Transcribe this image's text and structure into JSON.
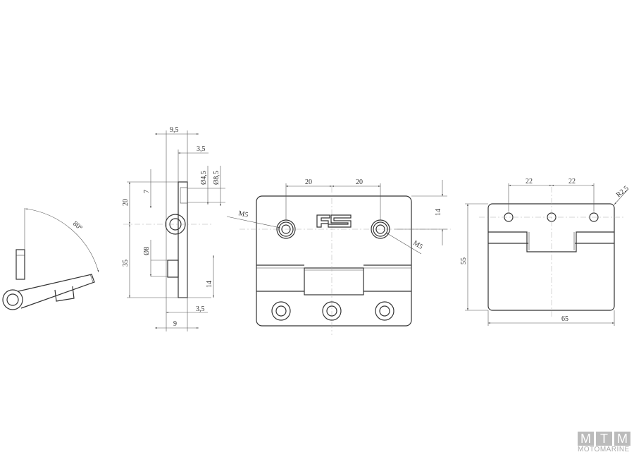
{
  "drawing": {
    "side_view": {
      "dim_9_5": "9,5",
      "dim_3_5_top": "3,5",
      "dim_d4_5": "Ø4,5",
      "dim_d8_5": "Ø8,5",
      "dim_7": "7",
      "dim_20": "20",
      "dim_35": "35",
      "dim_d8": "Ø8",
      "dim_14": "14",
      "dim_3_5_bottom": "3,5",
      "dim_9": "9"
    },
    "open_view": {
      "angle": "80°"
    },
    "front_view": {
      "dim_20_left": "20",
      "dim_20_right": "20",
      "dim_14": "14",
      "thread_left": "M5",
      "thread_right": "M5"
    },
    "rear_view": {
      "dim_22_left": "22",
      "dim_22_right": "22",
      "dim_55": "55",
      "dim_65": "65",
      "radius": "R2,5"
    }
  },
  "watermark": {
    "letters": [
      "M",
      "T",
      "M"
    ],
    "name": "MOTOMARINE",
    "color": "#bbbbbb"
  }
}
